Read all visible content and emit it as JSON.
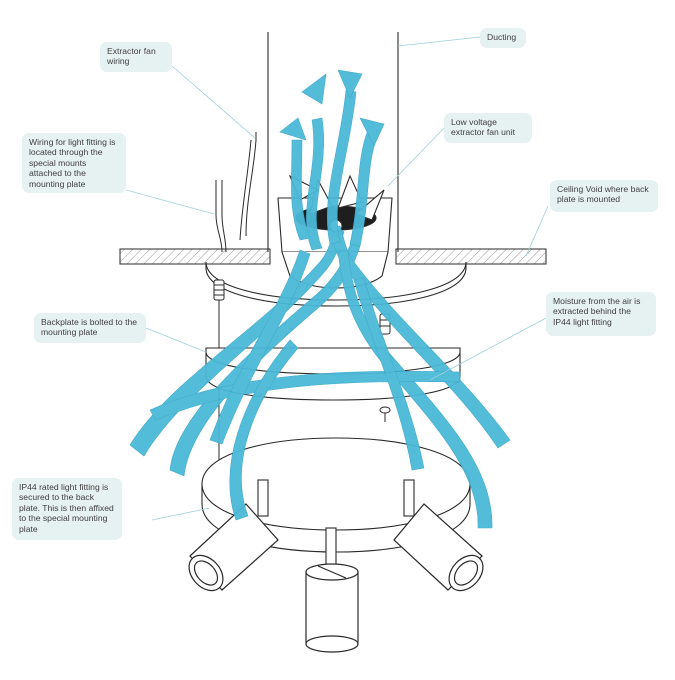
{
  "colors": {
    "airflow": "#4ab9d8",
    "airflow_light": "#9ad8ea",
    "line": "#2a2a2a",
    "callout_bg": "#e6f1f1",
    "leader": "#9dcfd9"
  },
  "labels": {
    "ducting": "Ducting",
    "extractor_fan_wiring": "Extractor fan wiring",
    "low_voltage_fan": "Low voltage extractor fan unit",
    "wiring_light_fitting": "Wiring for light fitting is located through the special mounts attached to the mounting plate",
    "ceiling_void": "Ceiling Void where back plate is mounted",
    "backplate_bolted": "Backplate is bolted to the mounting plate",
    "moisture": "Moisture from the air is extracted behind the IP44 light fitting",
    "ip44_fitting": "IP44 rated light fitting is secured to the back plate. This is then affixed to the special mounting plate"
  }
}
